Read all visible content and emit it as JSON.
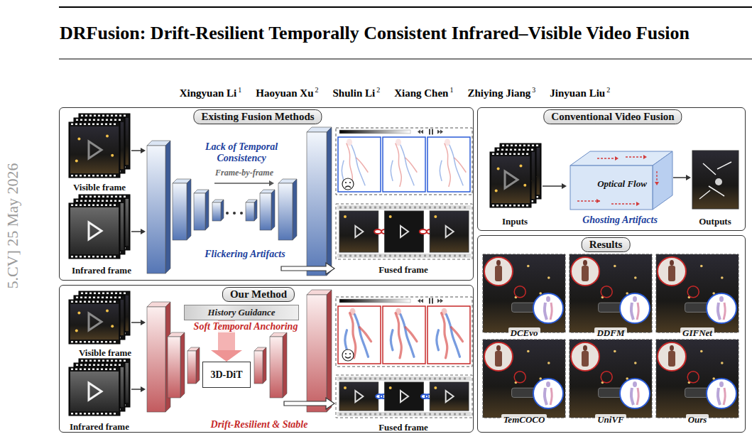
{
  "diagram": {
    "title": "DRFusion: Drift-Resilient Temporally Consistent Infrared–Visible Video Fusion",
    "nodes": [
      {
        "text": [
          "Existing Fusion Methods"
        ]
      },
      {
        "text": [
          "Our Method"
        ]
      },
      {
        "text": [
          "History Guidance"
        ],
        "in": 1
      },
      {
        "text": [
          "3D-DiT"
        ],
        "in": 1
      },
      {
        "text": [
          "Conventional Video Fusion"
        ]
      },
      {
        "text": [
          "Optical Flow"
        ],
        "in": 4
      },
      {
        "text": [
          "Results"
        ]
      }
    ],
    "edges": [
      {
        "from": 2,
        "to": 3,
        "arrow": "to",
        "label": "Soft Temporal Anchoring"
      }
    ],
    "labels": [
      "Xingyuan Li",
      "1",
      "Haoyuan Xu",
      "2",
      "Shulin Li",
      "2",
      "Xiang Chen",
      "1",
      "Zhiying Jiang",
      "3",
      "Jinyuan Liu",
      "2",
      "5.CV] 25 May 2026",
      "Visible frame",
      "Infrared frame",
      "Lack of Temporal Consistency",
      "Frame-by-frame",
      "Flickering Artifacts",
      "Fused frame",
      "Visible frame",
      "Infrared frame",
      "Drift-Resilient & Stable",
      "Fused frame",
      "Inputs",
      "Ghosting Artifacts",
      "Outputs",
      "DCEvo",
      "DDFM",
      "GIFNet",
      "TemCOCO",
      "UniVF",
      "Ours"
    ]
  }
}
